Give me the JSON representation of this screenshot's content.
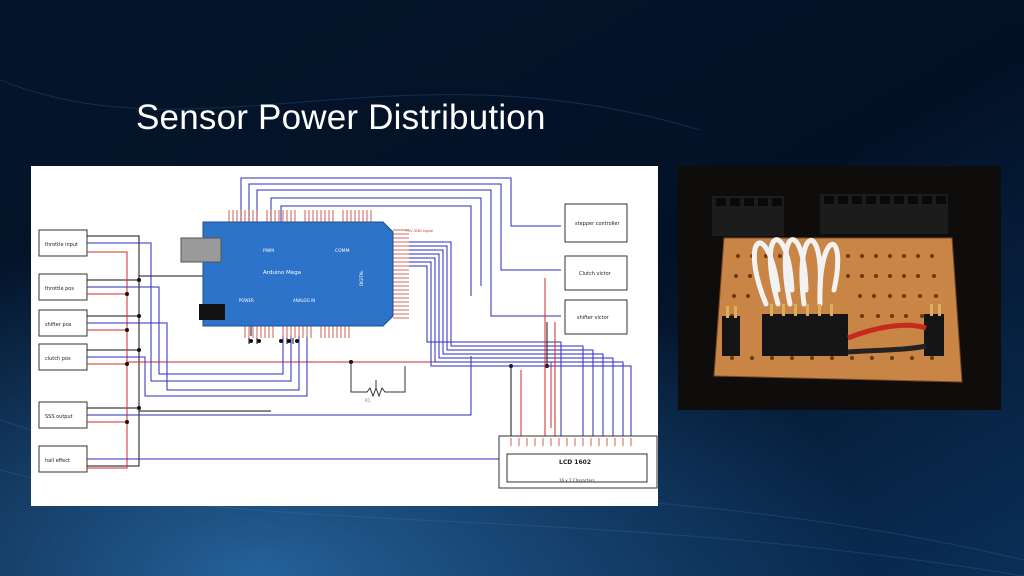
{
  "slide": {
    "title": "Sensor Power Distribution"
  },
  "schematic": {
    "left_boxes": [
      "throttle input",
      "throttle pos",
      "shifter pos",
      "clutch pos",
      "SSS output",
      "hall effect"
    ],
    "board": {
      "name": "Arduino Mega",
      "pwm": "PWM",
      "comm": "COMM",
      "digital": "DIGITAL",
      "power": "POWER",
      "analog": "ANALOG IN",
      "pin_note": "+5V GND signal"
    },
    "right_boxes": [
      "stepper controller",
      "Clutch victor",
      "shifter victor"
    ],
    "pot_label": "R1",
    "lcd": {
      "name": "LCD 1602",
      "sub": "16 x 2 Characters"
    },
    "colors": {
      "wire_power": "#d12a2a",
      "wire_ground": "#111111",
      "wire_signal": "#2b2bbf",
      "board": "#2d73c9"
    }
  },
  "photo": {
    "description_icon": "perfboard-photo"
  }
}
